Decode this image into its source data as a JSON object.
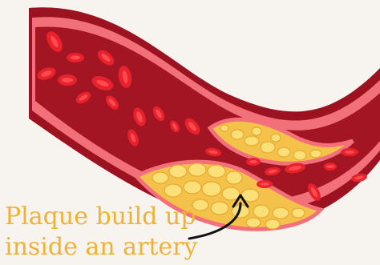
{
  "caption": {
    "line1": "Plaque build up",
    "line2": "inside an artery"
  },
  "colors": {
    "background": "#f7f3ee",
    "outer_wall": "#9c1220",
    "inner_wall": "#f2707a",
    "blood": "#a31523",
    "blood_cell": "#e8222c",
    "blood_cell_center": "#ff4a4f",
    "plaque": "#f4c24a",
    "plaque_fat": "#fbe07a",
    "caption_text": "#f0b233",
    "arrow": "#111111"
  },
  "icons": [
    "blood-cell-icon",
    "plaque-deposit",
    "curved-arrow-icon"
  ]
}
